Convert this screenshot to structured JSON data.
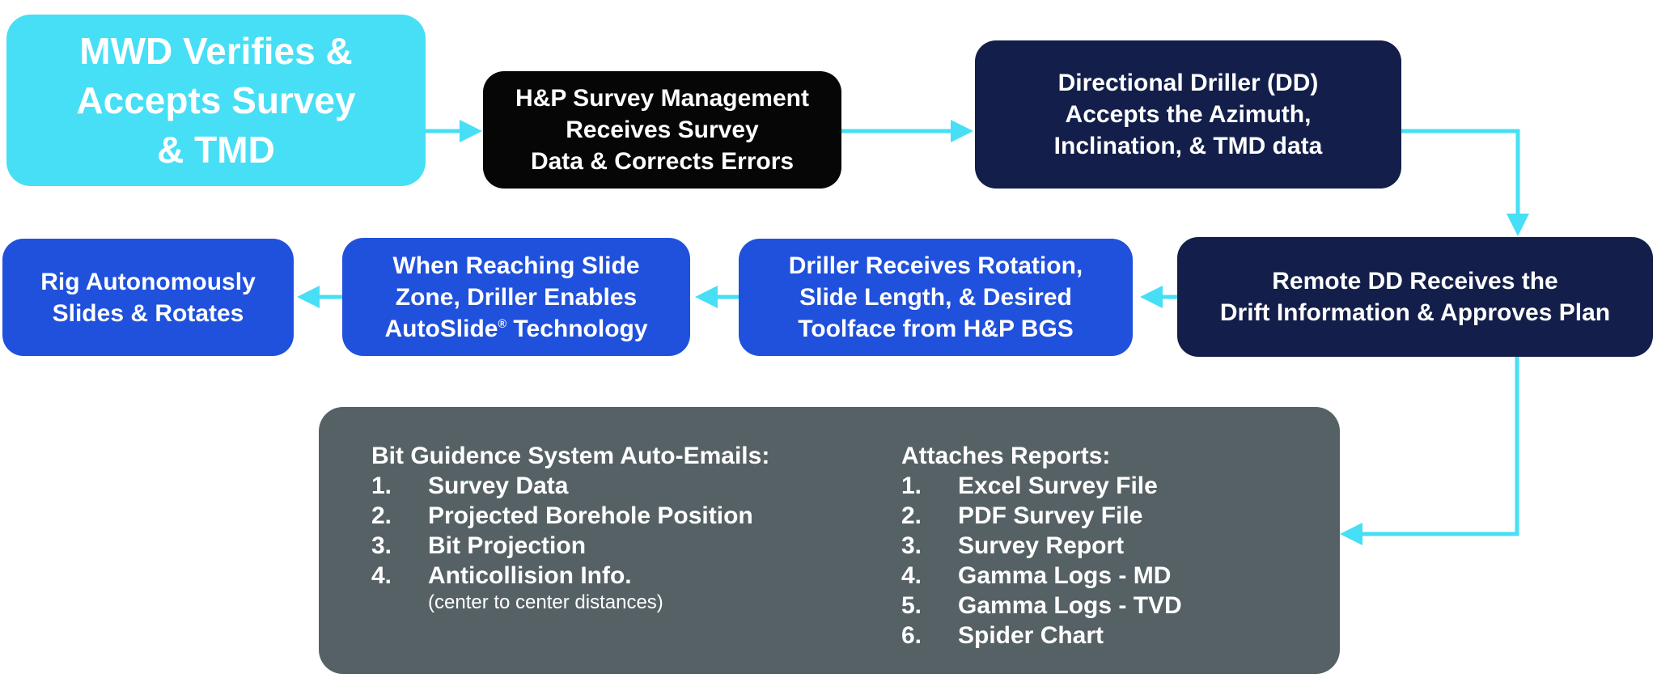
{
  "colors": {
    "background": "#ffffff",
    "cyan": "#47dff5",
    "black": "#060606",
    "navy": "#131f4a",
    "blue": "#2051dc",
    "slate": "#566165",
    "arrow": "#47dff5",
    "text": "#ffffff"
  },
  "flow": {
    "steps": [
      {
        "id": "mwd-verifies",
        "lines": [
          "MWD Verifies &",
          "Accepts Survey",
          "& TMD"
        ]
      },
      {
        "id": "survey-mgmt",
        "lines": [
          "H&P Survey Management",
          "Receives Survey",
          "Data & Corrects Errors"
        ]
      },
      {
        "id": "dd-accepts",
        "lines": [
          "Directional Driller (DD)",
          "Accepts the Azimuth,",
          "Inclination, & TMD data"
        ]
      },
      {
        "id": "remote-dd",
        "lines": [
          "Remote DD Receives the",
          "Drift Information & Approves Plan"
        ]
      },
      {
        "id": "driller-receives",
        "lines": [
          "Driller Receives Rotation,",
          "Slide Length, & Desired",
          "Toolface from H&P BGS"
        ]
      },
      {
        "id": "autoslide-enable",
        "lines": [
          "When Reaching Slide",
          "Zone, Driller Enables"
        ],
        "autoslide": {
          "pre": "AutoSlide",
          "reg": "®",
          "post": " Technology"
        }
      },
      {
        "id": "rig-autonomous",
        "lines": [
          "Rig Autonomously",
          "Slides & Rotates"
        ]
      }
    ]
  },
  "panel": {
    "left": {
      "heading": "Bit Guidence System Auto-Emails:",
      "items": [
        {
          "num": "1.",
          "text": "Survey Data"
        },
        {
          "num": "2.",
          "text": "Projected Borehole Position"
        },
        {
          "num": "3.",
          "text": "Bit Projection"
        },
        {
          "num": "4.",
          "text": "Anticollision Info."
        }
      ],
      "note": "(center to center distances)"
    },
    "right": {
      "heading": "Attaches Reports:",
      "items": [
        {
          "num": "1.",
          "text": "Excel Survey File"
        },
        {
          "num": "2.",
          "text": "PDF Survey File"
        },
        {
          "num": "3.",
          "text": "Survey Report"
        },
        {
          "num": "4.",
          "text": "Gamma Logs - MD"
        },
        {
          "num": "5.",
          "text": "Gamma Logs - TVD"
        },
        {
          "num": "6.",
          "text": "Spider Chart"
        }
      ]
    }
  }
}
